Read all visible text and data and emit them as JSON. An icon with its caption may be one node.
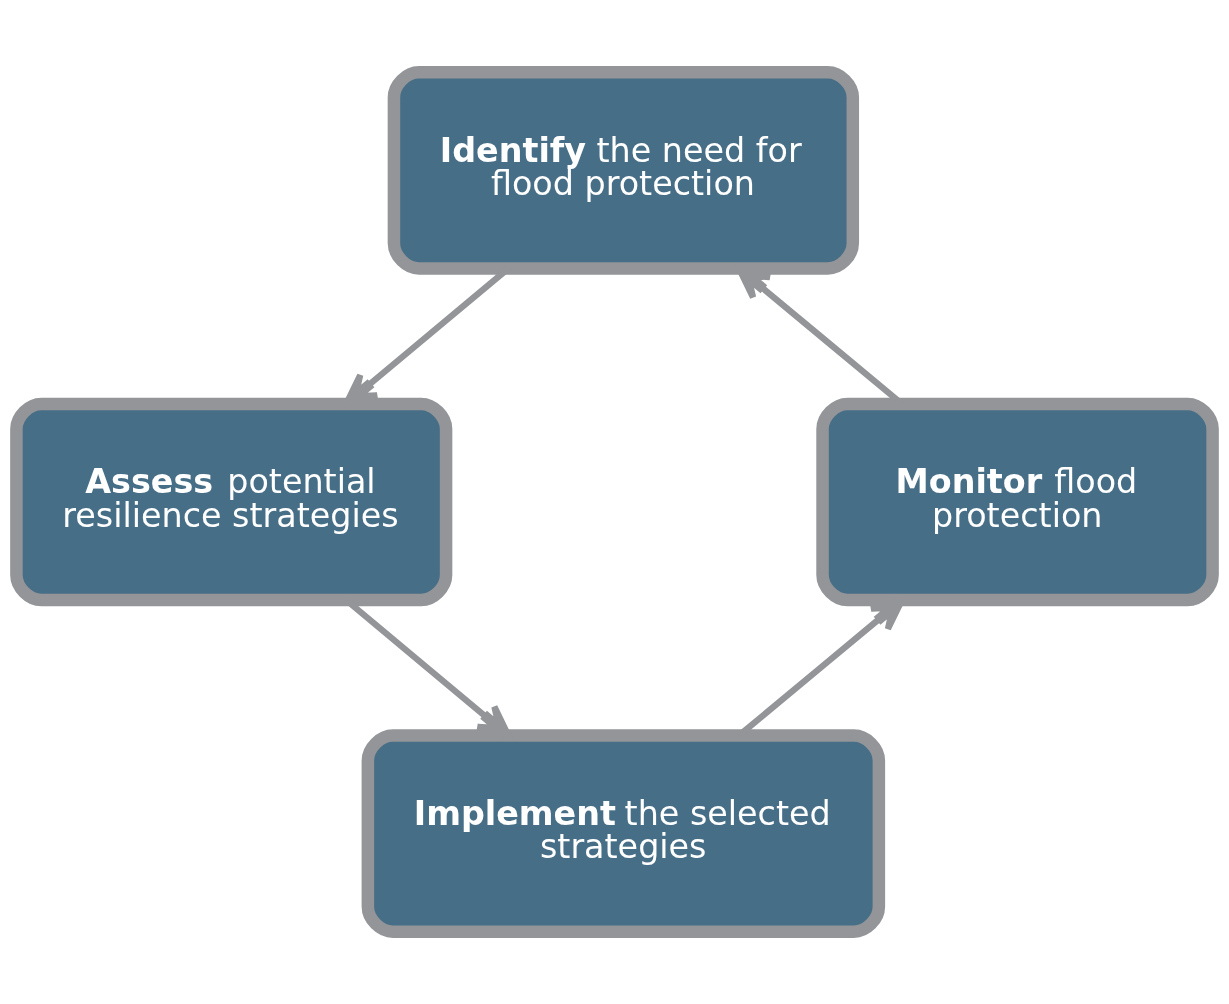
{
  "diagram": {
    "nodes": [
      {
        "text": [
          "**Identify** the need for flood protection"
        ]
      },
      {
        "text": [
          "**Assess** potential resilience strategies"
        ]
      },
      {
        "text": [
          "**Implement** the selected strategies"
        ]
      },
      {
        "text": [
          "**Monitor** flood protection"
        ]
      }
    ],
    "edges": [
      {
        "from": 0,
        "to": 1,
        "arrow": "to"
      },
      {
        "from": 1,
        "to": 2,
        "arrow": "to"
      },
      {
        "from": 2,
        "to": 3,
        "arrow": "to"
      },
      {
        "from": 3,
        "to": 0,
        "arrow": "to"
      }
    ]
  }
}
